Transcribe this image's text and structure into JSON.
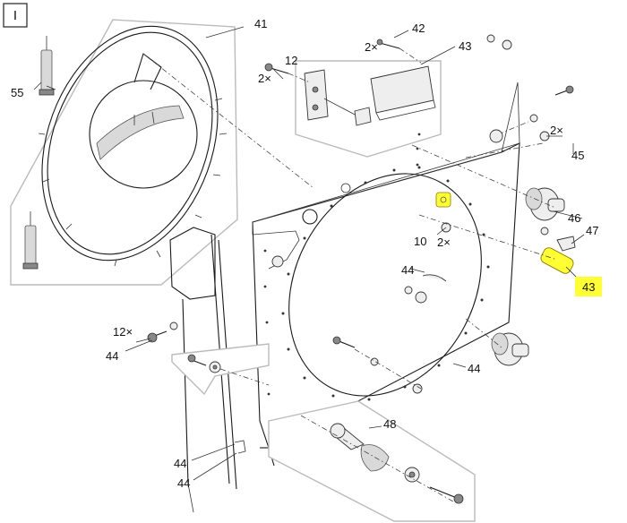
{
  "view_label": "I",
  "colors": {
    "highlight": "#ffff33",
    "frame": "#bbbbbb",
    "ink": "#1a1a1a"
  },
  "callouts": {
    "c41": "41",
    "c42": "42",
    "c42_qty": "2×",
    "c43_top": "43",
    "c12": "12",
    "c12_qty": "2×",
    "c55": "55",
    "c45_qty": "2×",
    "c45": "45",
    "c46": "46",
    "c47": "47",
    "c10": "10",
    "c10_qty": "2×",
    "c43_hl": "43",
    "c44_mid": "44",
    "c12b_qty": "12×",
    "c44_left": "44",
    "c44_right": "44",
    "c48": "48",
    "c44_bot1": "44",
    "c44_bot2": "44"
  },
  "highlighted_callouts": [
    "43"
  ]
}
